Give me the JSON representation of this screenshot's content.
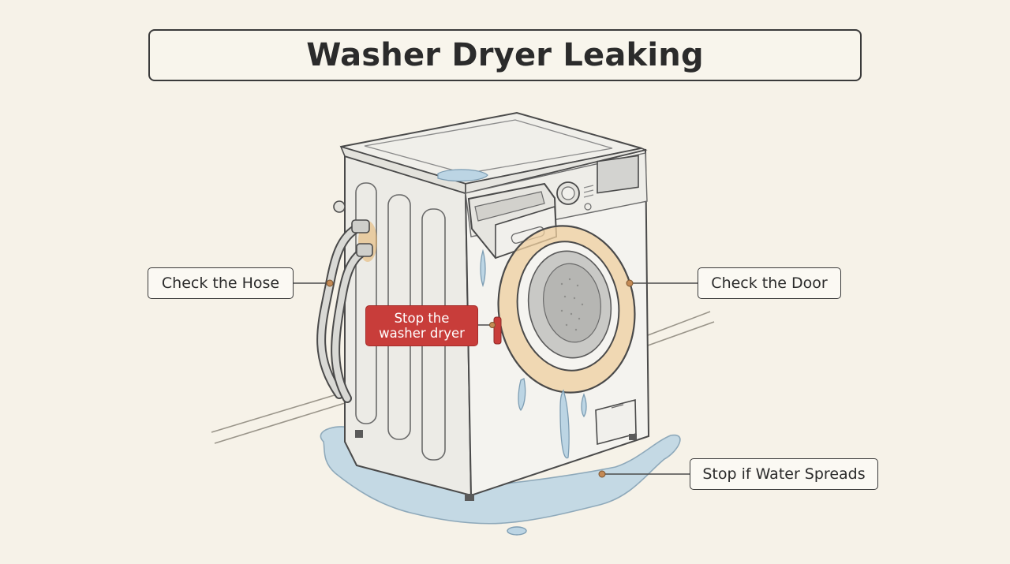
{
  "title": "Washer Dryer Leaking",
  "callouts": {
    "hose": "Check the Hose",
    "door": "Check the Door",
    "stop_line1": "Stop the",
    "stop_line2": "washer dryer",
    "spread": "Stop if Water Spreads"
  },
  "colors": {
    "background": "#f6f2e8",
    "stop_badge": "#c83d3a",
    "water": "#b9d3e2",
    "rust_stain": "#e6b36a",
    "leader_dot": "#c48a55"
  },
  "icons": [
    "washing-machine-illustration",
    "water-puddle",
    "water-hose"
  ]
}
